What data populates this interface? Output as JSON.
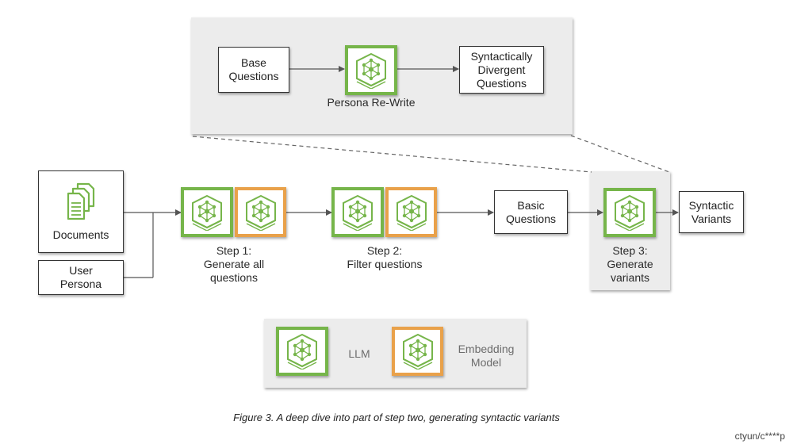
{
  "inset": {
    "base_questions": "Base\nQuestions",
    "persona_rewrite": "Persona Re-Write",
    "divergent": "Syntactically\nDivergent\nQuestions"
  },
  "inputs": {
    "documents": "Documents",
    "user_persona": "User\nPersona"
  },
  "steps": {
    "step1": "Step 1:\nGenerate all\nquestions",
    "step2": "Step 2:\nFilter questions",
    "basic_questions": "Basic\nQuestions",
    "step3": "Step 3:\nGenerate\nvariants",
    "syntactic_variants": "Syntactic\nVariants"
  },
  "legend": {
    "llm": "LLM",
    "embedding": "Embedding\nModel"
  },
  "caption": "Figure 3. A deep dive into part of step two, generating syntactic variants",
  "watermark": "ctyun/c****p",
  "colors": {
    "llm_border": "#76b54a",
    "embedding_border": "#e9a14a",
    "icon_green": "#76b54a",
    "panel_gray": "#ececec"
  },
  "icons": {
    "model": "hex-network-icon",
    "documents": "documents-icon"
  }
}
